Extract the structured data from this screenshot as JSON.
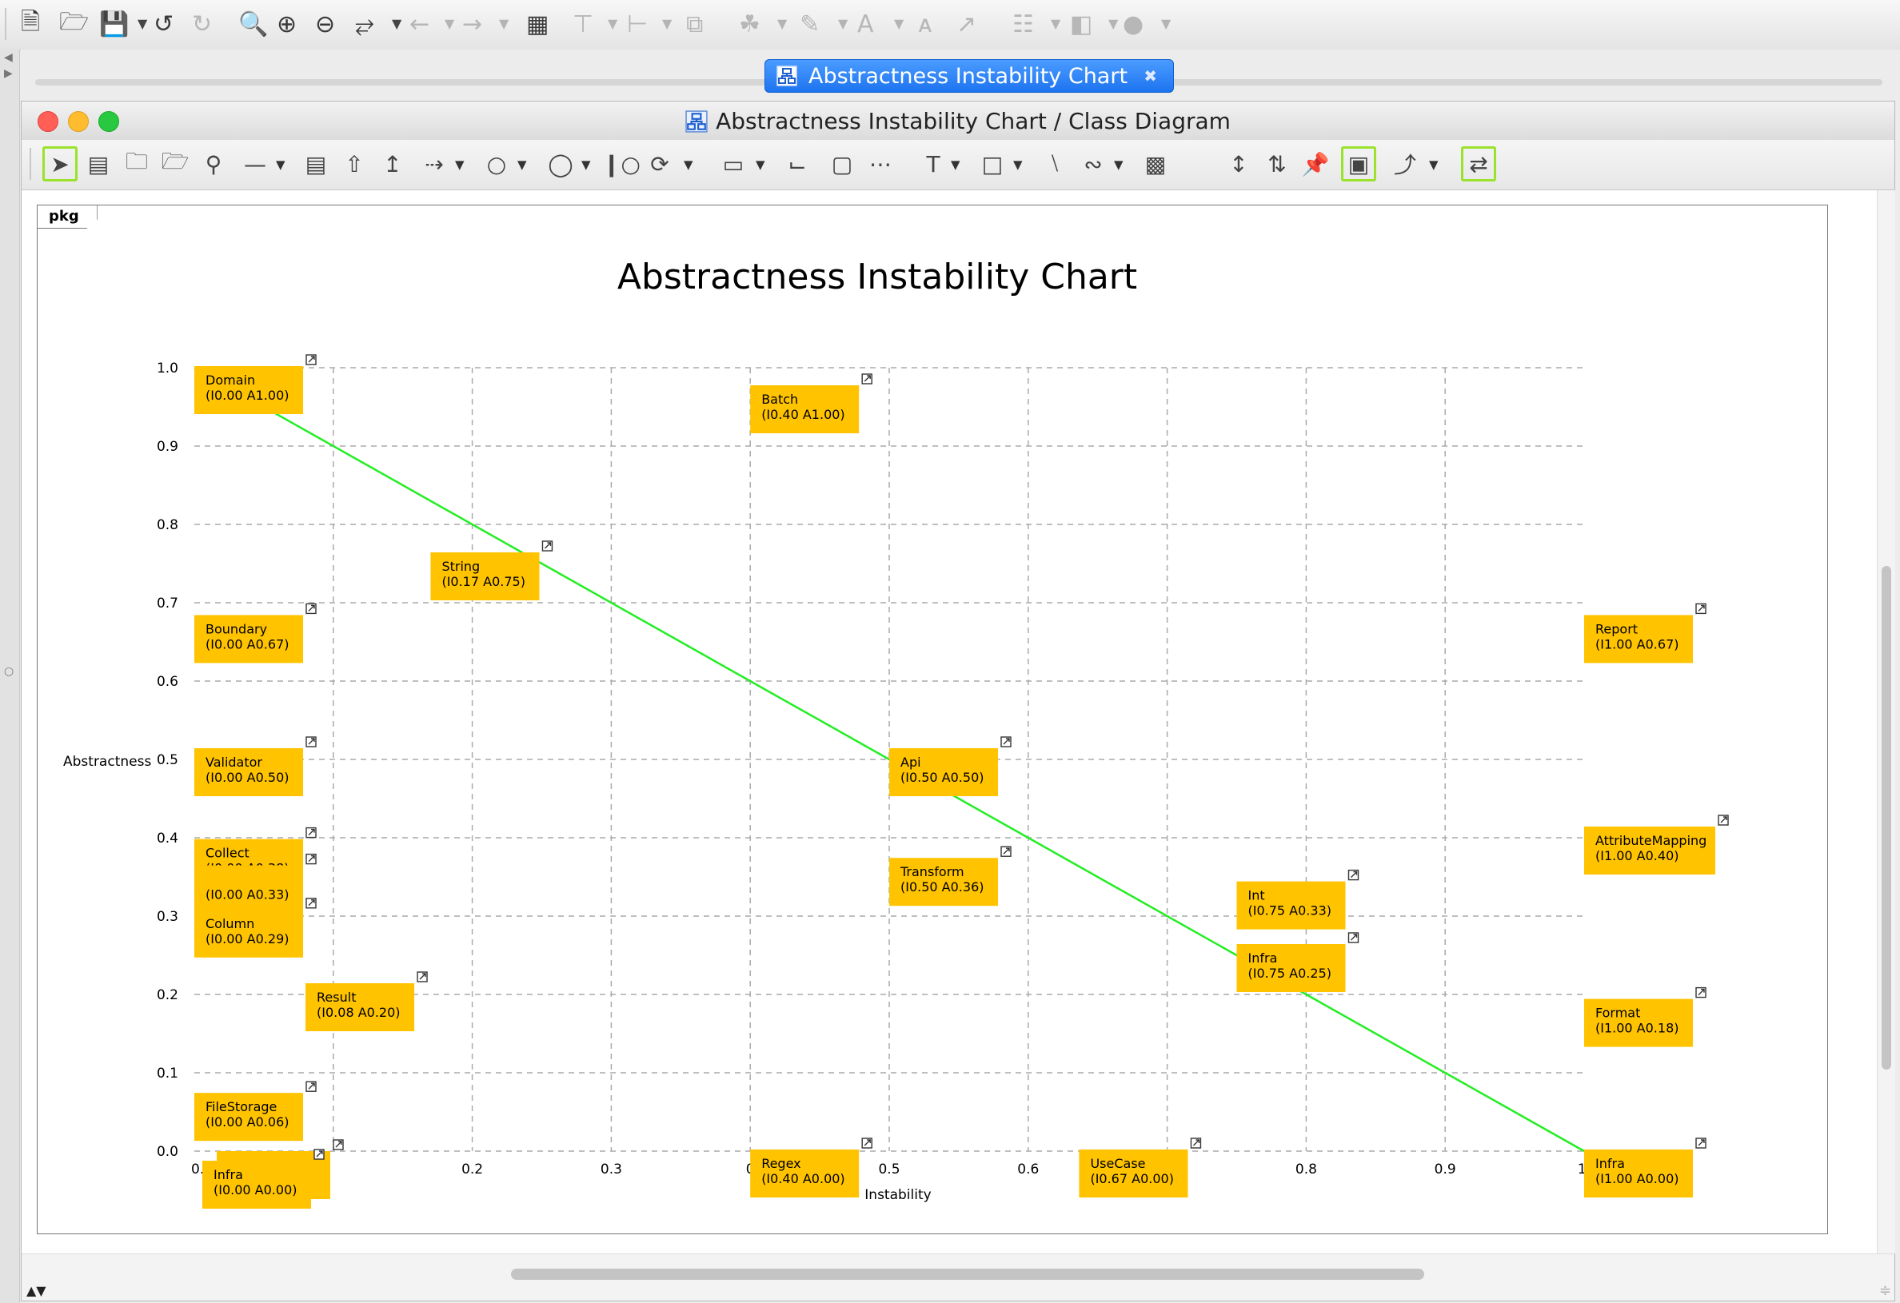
{
  "tab": {
    "label": "Abstractness Instability Chart"
  },
  "window": {
    "title": "Abstractness Instability Chart / Class Diagram"
  },
  "frame": {
    "label": "pkg"
  },
  "chart_data": {
    "type": "scatter",
    "title": "Abstractness Instability Chart",
    "xlabel": "Instability",
    "ylabel": "Abstractness",
    "xlim": [
      0.0,
      1.0
    ],
    "ylim": [
      0.0,
      1.0
    ],
    "grid": true,
    "x_ticks": [
      "0.",
      "0.2",
      "0.3",
      "0",
      "0.5",
      "0.6",
      "0.8",
      "0.9",
      "1."
    ],
    "y_ticks": [
      "0.0",
      "0.1",
      "0.2",
      "0.3",
      "0.4",
      "0.5",
      "0.6",
      "0.7",
      "0.8",
      "0.9",
      "1.0"
    ],
    "main_sequence": {
      "from": [
        0.0,
        1.0
      ],
      "to": [
        1.0,
        0.0
      ],
      "color": "#22ee22"
    },
    "points": [
      {
        "name": "Domain",
        "label": "(I0.00 A1.00)",
        "x": 0.0,
        "y": 1.0
      },
      {
        "name": "Batch",
        "label": "(I0.40 A1.00)",
        "x": 0.4,
        "y": 1.0
      },
      {
        "name": "String",
        "label": "(I0.17 A0.75)",
        "x": 0.17,
        "y": 0.75
      },
      {
        "name": "Boundary",
        "label": "(I0.00 A0.67)",
        "x": 0.0,
        "y": 0.67
      },
      {
        "name": "Report",
        "label": "(I1.00 A0.67)",
        "x": 1.0,
        "y": 0.67
      },
      {
        "name": "Validator",
        "label": "(I0.00 A0.50)",
        "x": 0.0,
        "y": 0.5
      },
      {
        "name": "Api",
        "label": "(I0.50 A0.50)",
        "x": 0.5,
        "y": 0.5
      },
      {
        "name": "AttributeMapping",
        "label": "(I1.00 A0.40)",
        "x": 1.0,
        "y": 0.4
      },
      {
        "name": "Collect",
        "label": "(I0.00 A0.38)",
        "x": 0.0,
        "y": 0.38
      },
      {
        "name": "",
        "label": "(I0.00 A0.33)",
        "x": 0.0,
        "y": 0.33
      },
      {
        "name": "Column",
        "label": "(I0.00 A0.29)",
        "x": 0.0,
        "y": 0.29
      },
      {
        "name": "Transform",
        "label": "(I0.50 A0.36)",
        "x": 0.5,
        "y": 0.36
      },
      {
        "name": "Int",
        "label": "(I0.75 A0.33)",
        "x": 0.75,
        "y": 0.33
      },
      {
        "name": "Infra",
        "label": "(I0.75 A0.25)",
        "x": 0.75,
        "y": 0.25
      },
      {
        "name": "Result",
        "label": "(I0.08 A0.20)",
        "x": 0.08,
        "y": 0.2
      },
      {
        "name": "Format",
        "label": "(I1.00 A0.18)",
        "x": 1.0,
        "y": 0.18
      },
      {
        "name": "FileStorage",
        "label": "(I0.00 A0.06)",
        "x": 0.0,
        "y": 0.06
      },
      {
        "name": "e",
        "label": "",
        "x": 0.0,
        "y": 0.0
      },
      {
        "name": "Infra",
        "label": "(I0.00 A0.00)",
        "x": 0.0,
        "y": 0.0
      },
      {
        "name": "Regex",
        "label": "(I0.40 A0.00)",
        "x": 0.4,
        "y": 0.0
      },
      {
        "name": "UseCase",
        "label": "(I0.67 A0.00)",
        "x": 0.67,
        "y": 0.0
      },
      {
        "name": "Infra",
        "label": "(I1.00 A0.00)",
        "x": 1.0,
        "y": 0.0
      }
    ],
    "box_color": "#ffc300"
  }
}
